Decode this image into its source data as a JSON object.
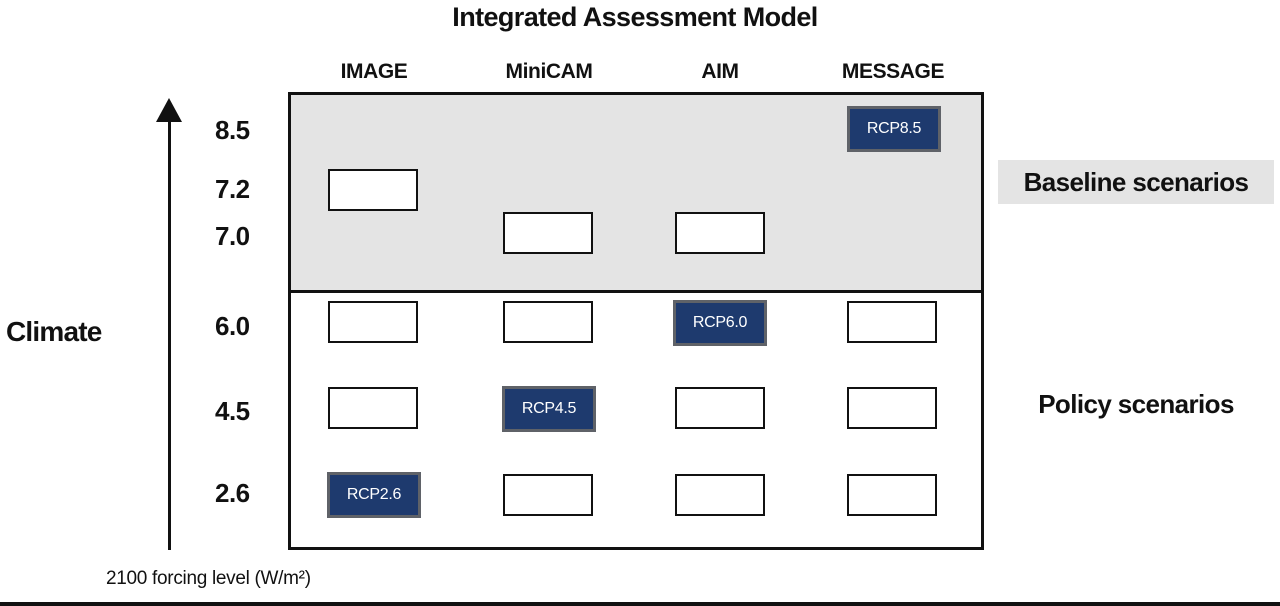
{
  "title": "Integrated Assessment Model",
  "models": [
    "IMAGE",
    "MiniCAM",
    "AIM",
    "MESSAGE"
  ],
  "levels": [
    "8.5",
    "7.2",
    "7.0",
    "6.0",
    "4.5",
    "2.6"
  ],
  "y_axis_label": "Climate",
  "x_caption": "2100 forcing level (W/m²)",
  "groups": {
    "baseline": "Baseline scenarios",
    "policy": "Policy scenarios"
  },
  "cells": {
    "image_7_2": "",
    "minicam_7_0": "",
    "aim_7_0": "",
    "message_8_5": "RCP8.5",
    "image_6_0": "",
    "minicam_6_0": "",
    "aim_6_0": "RCP6.0",
    "message_6_0": "",
    "image_4_5": "",
    "minicam_4_5": "RCP4.5",
    "aim_4_5": "",
    "message_4_5": "",
    "image_2_6": "RCP2.6",
    "minicam_2_6": "",
    "aim_2_6": "",
    "message_2_6": ""
  },
  "colors": {
    "rcp_fill": "#1e3a6e",
    "rcp_border": "#5f6268",
    "baseline_panel": "#e4e4e4",
    "line": "#111111"
  }
}
